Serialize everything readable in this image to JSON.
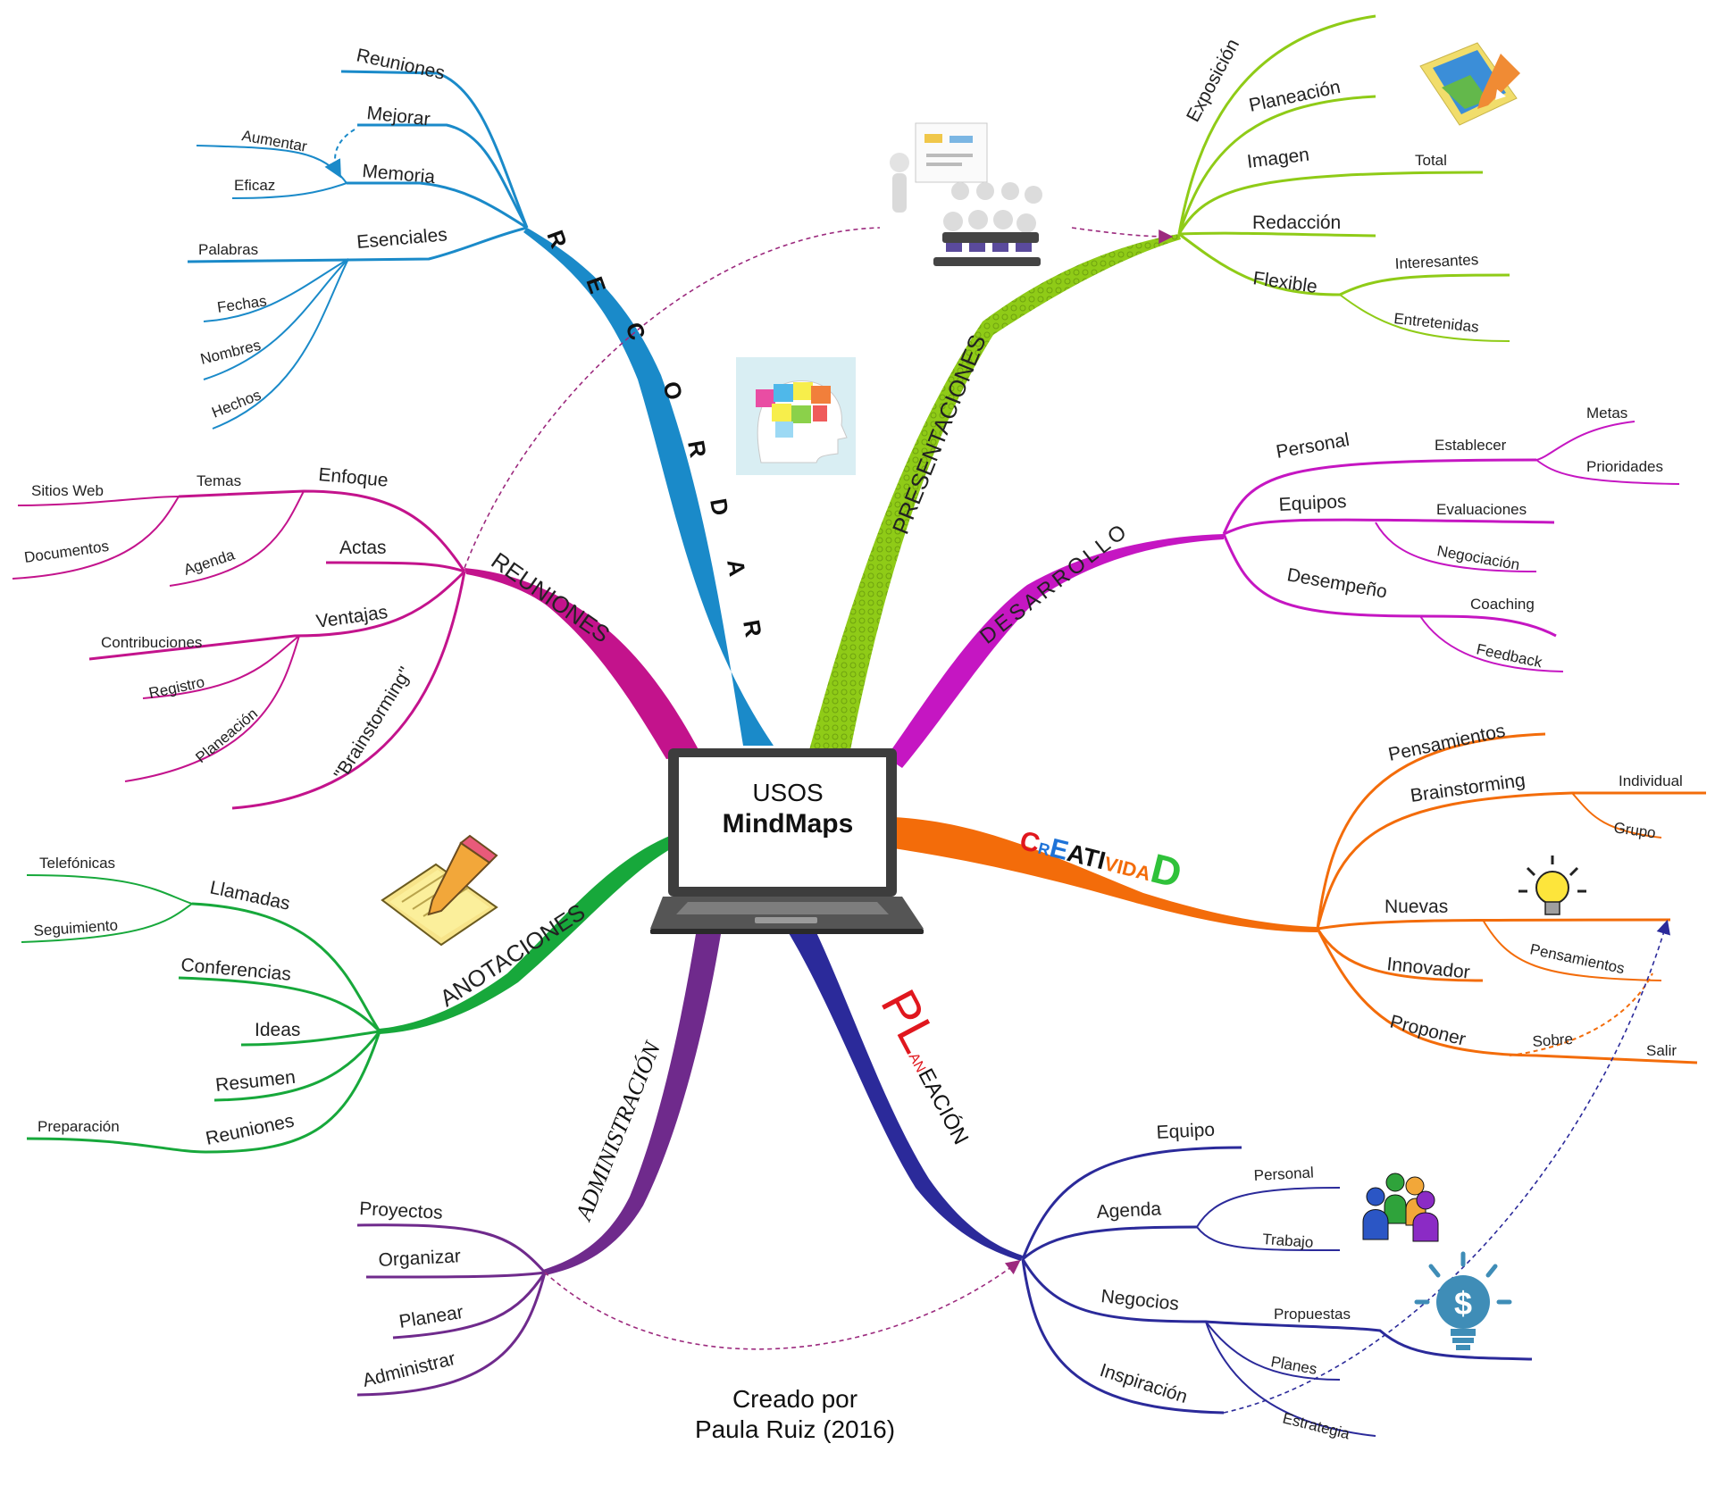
{
  "center": {
    "line1": "USOS",
    "line2": "MindMaps"
  },
  "credit": {
    "line1": "Creado por",
    "line2": "Paula Ruiz (2016)"
  },
  "colors": {
    "recordar": "#1a8ac9",
    "presentaciones": "#8fcb17",
    "reuniones": "#c3138c",
    "desarrollo": "#c516c2",
    "anotaciones": "#17a83b",
    "creatividad": "#f36c0a",
    "administracion": "#6f2a8c",
    "planeacion": "#2b2a9a",
    "cross_link": "#9c2a7e"
  },
  "icons": {
    "presentation": "presentation-audience-icon",
    "head": "sticky-notes-head-icon",
    "image": "picture-edit-icon",
    "notepad": "notepad-pencil-icon",
    "bulb": "light-bulb-icon",
    "team": "team-people-icon",
    "money": "money-bulb-icon"
  },
  "branches": {
    "recordar": {
      "label_letters": [
        "R",
        "E",
        "C",
        "O",
        "R",
        "D",
        "A",
        "R"
      ],
      "subs": [
        "Reuniones",
        "Mejorar",
        "Memoria",
        "Esenciales"
      ],
      "memoria_children": [
        "Aumentar",
        "Eficaz"
      ],
      "esenciales_children": [
        "Palabras",
        "Fechas",
        "Nombres",
        "Hechos"
      ]
    },
    "presentaciones": {
      "label": "PRESENTACIONES",
      "subs": [
        "Exposición",
        "Planeación",
        "Imagen",
        "Redacción",
        "Flexible"
      ],
      "imagen_children": [
        "Total"
      ],
      "flexible_children": [
        "Interesantes",
        "Entretenidas"
      ]
    },
    "reuniones": {
      "label": "REUNIONES",
      "subs": [
        "Enfoque",
        "Actas",
        "Ventajas",
        "\"Brainstorming\""
      ],
      "enfoque_children": [
        "Temas",
        "Agenda"
      ],
      "temas_children": [
        "Sitios Web",
        "Documentos"
      ],
      "ventajas_children": [
        "Contribuciones",
        "Registro",
        "Planeación"
      ]
    },
    "desarrollo": {
      "label": "DESARROLLO",
      "subs": [
        "Personal",
        "Equipos",
        "Desempeño"
      ],
      "personal_children": [
        "Establecer"
      ],
      "establecer_children": [
        "Metas",
        "Prioridades"
      ],
      "equipos_children": [
        "Evaluaciones",
        "Negociación"
      ],
      "desempeno_children": [
        "Coaching",
        "Feedback"
      ]
    },
    "anotaciones": {
      "label": "ANOTACIONES",
      "subs": [
        "Llamadas",
        "Conferencias",
        "Ideas",
        "Resumen",
        "Reuniones"
      ],
      "llamadas_children": [
        "Telefónicas",
        "Seguimiento"
      ],
      "reuniones_children": [
        "Preparación"
      ]
    },
    "creatividad": {
      "label_letters": [
        {
          "ch": "C",
          "color": "#e0171e"
        },
        {
          "ch": "R",
          "color": "#1e73d8"
        },
        {
          "ch": "E",
          "color": "#1e73d8"
        },
        {
          "ch": "A",
          "color": "#111111"
        },
        {
          "ch": "T",
          "color": "#111111"
        },
        {
          "ch": "I",
          "color": "#111111"
        },
        {
          "ch": "V",
          "color": "#f36c0a"
        },
        {
          "ch": "I",
          "color": "#f36c0a"
        },
        {
          "ch": "D",
          "color": "#f36c0a"
        },
        {
          "ch": "A",
          "color": "#f36c0a"
        },
        {
          "ch": "D",
          "color": "#2fc23a"
        }
      ],
      "subs": [
        "Pensamientos",
        "Brainstorming",
        "Nuevas",
        "Innovador",
        "Proponer"
      ],
      "brainstorming_children": [
        "Individual",
        "Grupo"
      ],
      "nuevas_children": [
        "Pensamientos"
      ],
      "proponer_children": [
        "Sobre",
        "Salir"
      ]
    },
    "administracion": {
      "label": "ADMINISTRACIÓN",
      "subs": [
        "Proyectos",
        "Organizar",
        "Planear",
        "Administrar"
      ]
    },
    "planeacion": {
      "label_big": "PL",
      "label_small": "AN",
      "label_rest": "EACIÓN",
      "subs": [
        "Equipo",
        "Agenda",
        "Negocios",
        "Inspiración"
      ],
      "agenda_children": [
        "Personal",
        "Trabajo"
      ],
      "negocios_children": [
        "Propuestas",
        "Planes",
        "Estrategia"
      ]
    }
  }
}
